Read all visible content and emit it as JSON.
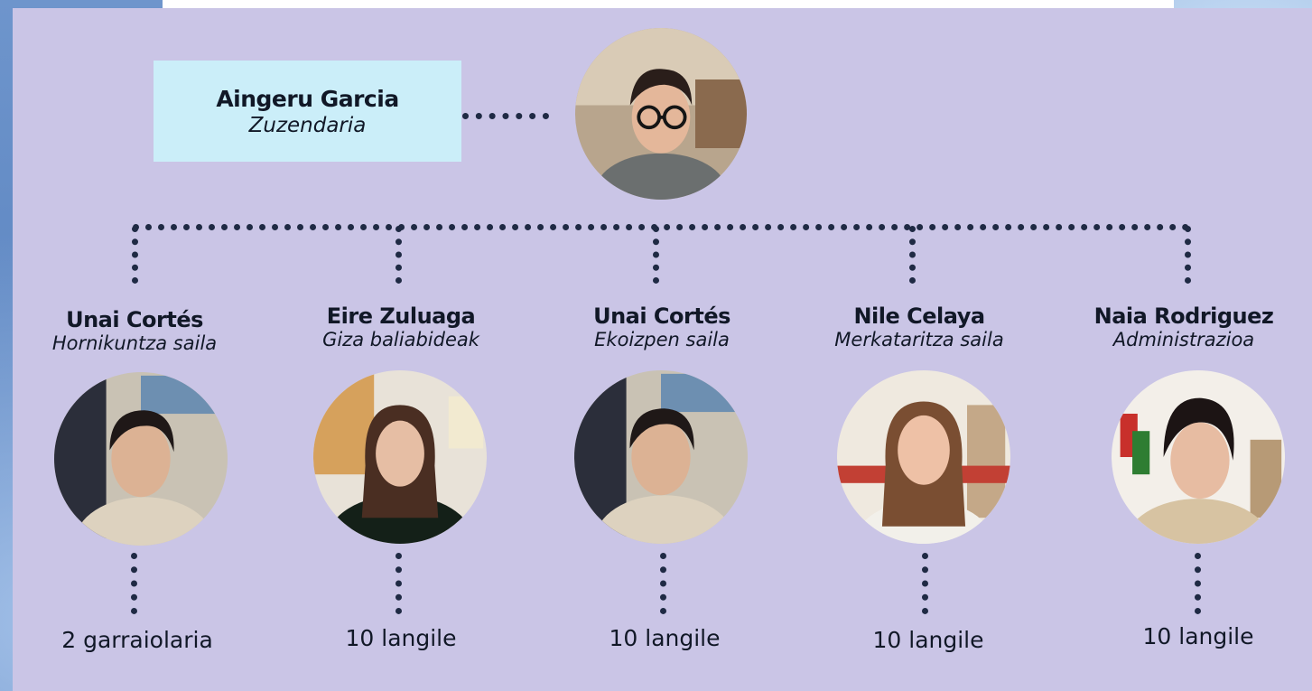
{
  "director": {
    "name": "Aingeru Garcia",
    "role": "Zuzendaria",
    "photo": "director-portrait"
  },
  "members": [
    {
      "name": "Unai Cortés",
      "dept": "Hornikuntza saila",
      "staff": "2 garraiolaria",
      "photo": "boy-portrait"
    },
    {
      "name": "Eire Zuluaga",
      "dept": "Giza baliabideak",
      "staff": "10 langile",
      "photo": "girl-portrait"
    },
    {
      "name": "Unai Cortés",
      "dept": "Ekoizpen saila",
      "staff": "10 langile",
      "photo": "boy-portrait"
    },
    {
      "name": "Nile Celaya",
      "dept": "Merkataritza saila",
      "staff": "10 langile",
      "photo": "girl-portrait"
    },
    {
      "name": "Naia Rodriguez",
      "dept": "Administrazioa",
      "staff": "10 langile",
      "photo": "girl-portrait"
    }
  ],
  "colors": {
    "panel": "#cac5e6",
    "title_box": "#cbeef9",
    "connector": "#1f2a44",
    "text": "#111827"
  }
}
